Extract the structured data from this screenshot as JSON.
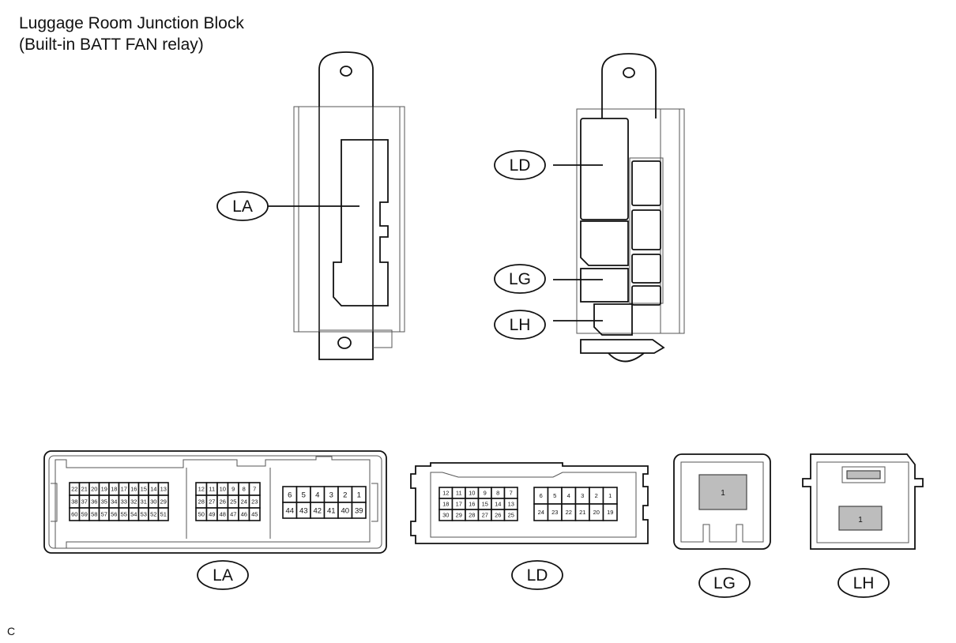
{
  "title": {
    "line1": "Luggage Room Junction Block",
    "line2": "(Built-in BATT FAN relay)"
  },
  "corner_mark": "C",
  "callouts": {
    "la_top": "LA",
    "ld_top": "LD",
    "lg_top": "LG",
    "lh_top": "LH",
    "la_bottom": "LA",
    "ld_bottom": "LD",
    "lg_bottom": "LG",
    "lh_bottom": "LH"
  },
  "connectors": {
    "LA": {
      "block1": [
        [
          "22",
          "21",
          "20",
          "19",
          "18",
          "17",
          "16",
          "15",
          "14",
          "13"
        ],
        [
          "38",
          "37",
          "36",
          "35",
          "34",
          "33",
          "32",
          "31",
          "30",
          "29"
        ],
        [
          "60",
          "59",
          "58",
          "57",
          "56",
          "55",
          "54",
          "53",
          "52",
          "51"
        ]
      ],
      "block2": [
        [
          "12",
          "11",
          "10",
          "9",
          "8",
          "7"
        ],
        [
          "28",
          "27",
          "26",
          "25",
          "24",
          "23"
        ],
        [
          "50",
          "49",
          "48",
          "47",
          "46",
          "45"
        ]
      ],
      "block3": [
        [
          "6",
          "5",
          "4",
          "3",
          "2",
          "1"
        ],
        [
          "44",
          "43",
          "42",
          "41",
          "40",
          "39"
        ]
      ]
    },
    "LD": {
      "block1": [
        [
          "12",
          "11",
          "10",
          "9",
          "8",
          "7"
        ],
        [
          "18",
          "17",
          "16",
          "15",
          "14",
          "13"
        ],
        [
          "30",
          "29",
          "28",
          "27",
          "26",
          "25"
        ]
      ],
      "block2": [
        [
          "6",
          "5",
          "4",
          "3",
          "2",
          "1"
        ],
        [
          "24",
          "23",
          "22",
          "21",
          "20",
          "19"
        ]
      ]
    },
    "LG": {
      "pin": "1"
    },
    "LH": {
      "pin": "1"
    }
  }
}
